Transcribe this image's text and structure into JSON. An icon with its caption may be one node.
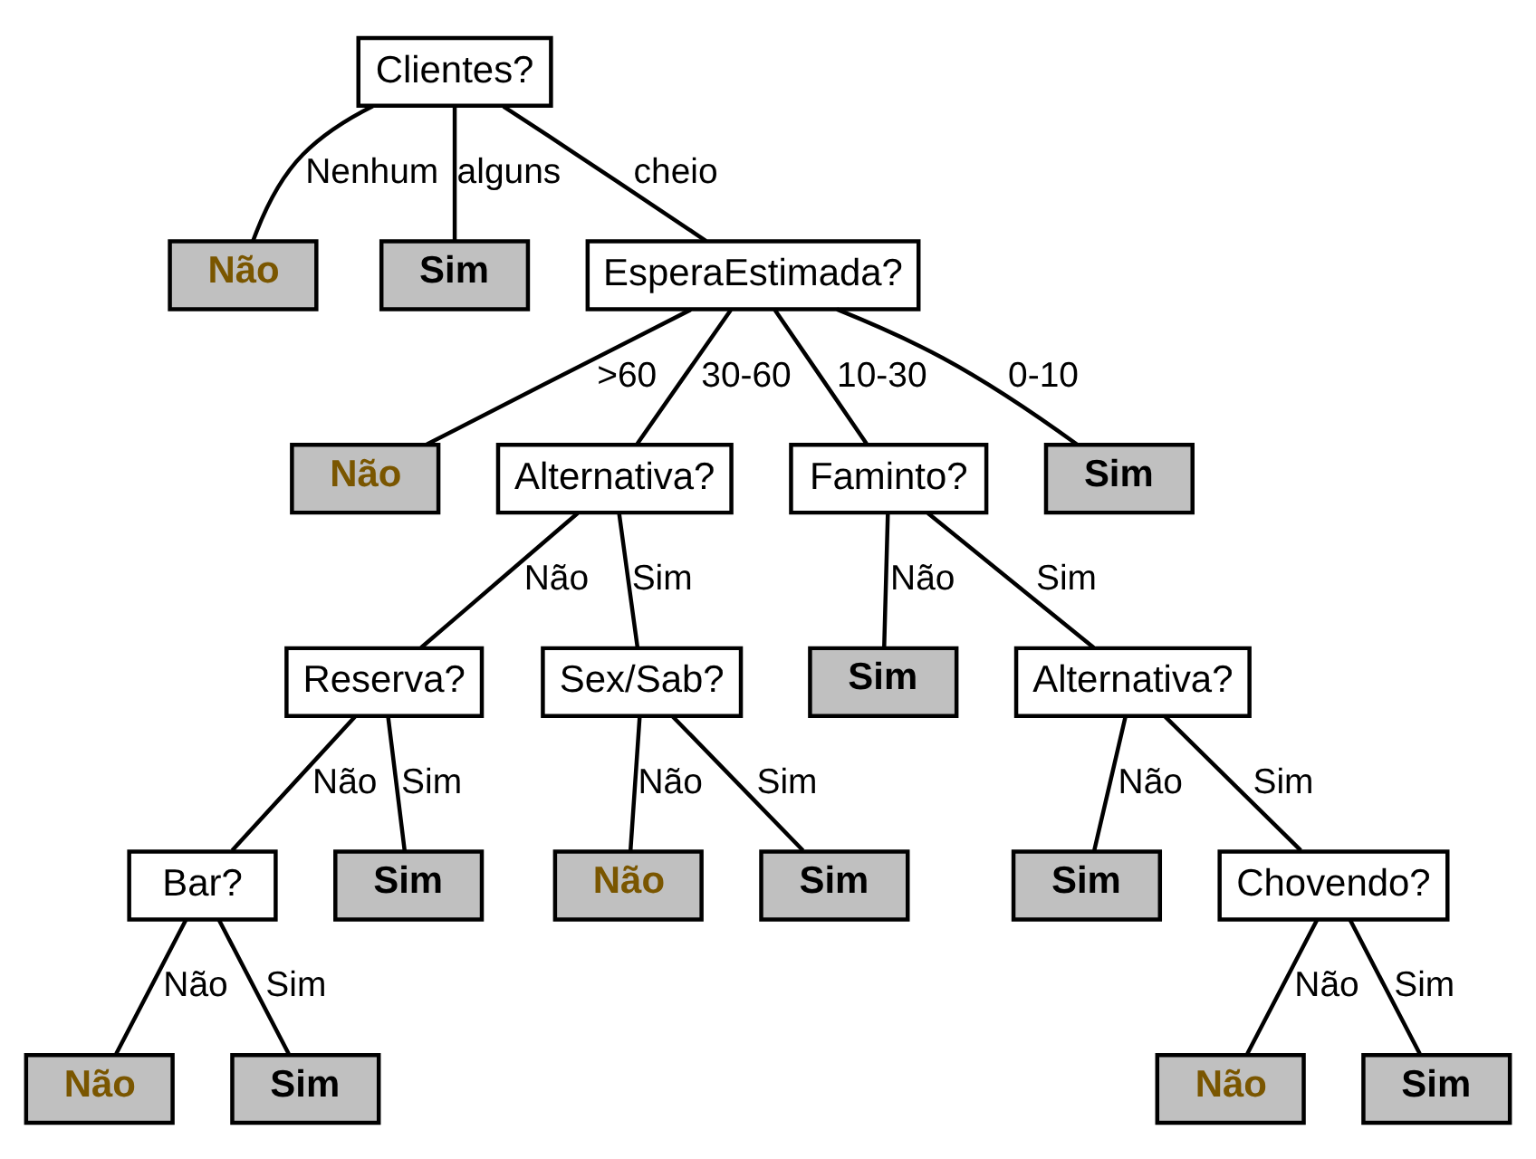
{
  "diagram": {
    "nodes": [
      {
        "text": [
          "Clientes?"
        ]
      },
      {
        "text": [
          "Não"
        ]
      },
      {
        "text": [
          "Sim"
        ]
      },
      {
        "text": [
          "EsperaEstimada?"
        ]
      },
      {
        "text": [
          "Não"
        ]
      },
      {
        "text": [
          "Alternativa?"
        ]
      },
      {
        "text": [
          "Faminto?"
        ]
      },
      {
        "text": [
          "Sim"
        ]
      },
      {
        "text": [
          "Reserva?"
        ]
      },
      {
        "text": [
          "Sex/Sab?"
        ]
      },
      {
        "text": [
          "Sim"
        ]
      },
      {
        "text": [
          "Alternativa?"
        ]
      },
      {
        "text": [
          "Bar?"
        ]
      },
      {
        "text": [
          "Sim"
        ]
      },
      {
        "text": [
          "Não"
        ]
      },
      {
        "text": [
          "Sim"
        ]
      },
      {
        "text": [
          "Sim"
        ]
      },
      {
        "text": [
          "Chovendo?"
        ]
      },
      {
        "text": [
          "Não"
        ]
      },
      {
        "text": [
          "Sim"
        ]
      },
      {
        "text": [
          "Não"
        ]
      },
      {
        "text": [
          "Sim"
        ]
      }
    ],
    "edges": [
      {
        "from": 0,
        "to": 1,
        "arrow": "none",
        "label": "Nenhum"
      },
      {
        "from": 0,
        "to": 2,
        "arrow": "none",
        "label": "alguns"
      },
      {
        "from": 0,
        "to": 3,
        "arrow": "none",
        "label": "cheio"
      },
      {
        "from": 3,
        "to": 4,
        "arrow": "none",
        "label": ">60"
      },
      {
        "from": 3,
        "to": 5,
        "arrow": "none",
        "label": "30-60"
      },
      {
        "from": 3,
        "to": 6,
        "arrow": "none",
        "label": "10-30"
      },
      {
        "from": 3,
        "to": 7,
        "arrow": "none",
        "label": "0-10"
      },
      {
        "from": 5,
        "to": 8,
        "arrow": "none",
        "label": "Não"
      },
      {
        "from": 5,
        "to": 9,
        "arrow": "none",
        "label": "Sim"
      },
      {
        "from": 6,
        "to": 10,
        "arrow": "none",
        "label": "Não"
      },
      {
        "from": 6,
        "to": 11,
        "arrow": "none",
        "label": "Sim"
      },
      {
        "from": 8,
        "to": 12,
        "arrow": "none",
        "label": "Não"
      },
      {
        "from": 8,
        "to": 13,
        "arrow": "none",
        "label": "Sim"
      },
      {
        "from": 9,
        "to": 14,
        "arrow": "none",
        "label": "Não"
      },
      {
        "from": 9,
        "to": 15,
        "arrow": "none",
        "label": "Sim"
      },
      {
        "from": 11,
        "to": 16,
        "arrow": "none",
        "label": "Não"
      },
      {
        "from": 11,
        "to": 17,
        "arrow": "none",
        "label": "Sim"
      },
      {
        "from": 12,
        "to": 18,
        "arrow": "none",
        "label": "Não"
      },
      {
        "from": 12,
        "to": 19,
        "arrow": "none",
        "label": "Sim"
      },
      {
        "from": 17,
        "to": 20,
        "arrow": "none",
        "label": "Não"
      },
      {
        "from": 17,
        "to": 21,
        "arrow": "none",
        "label": "Sim"
      }
    ]
  }
}
